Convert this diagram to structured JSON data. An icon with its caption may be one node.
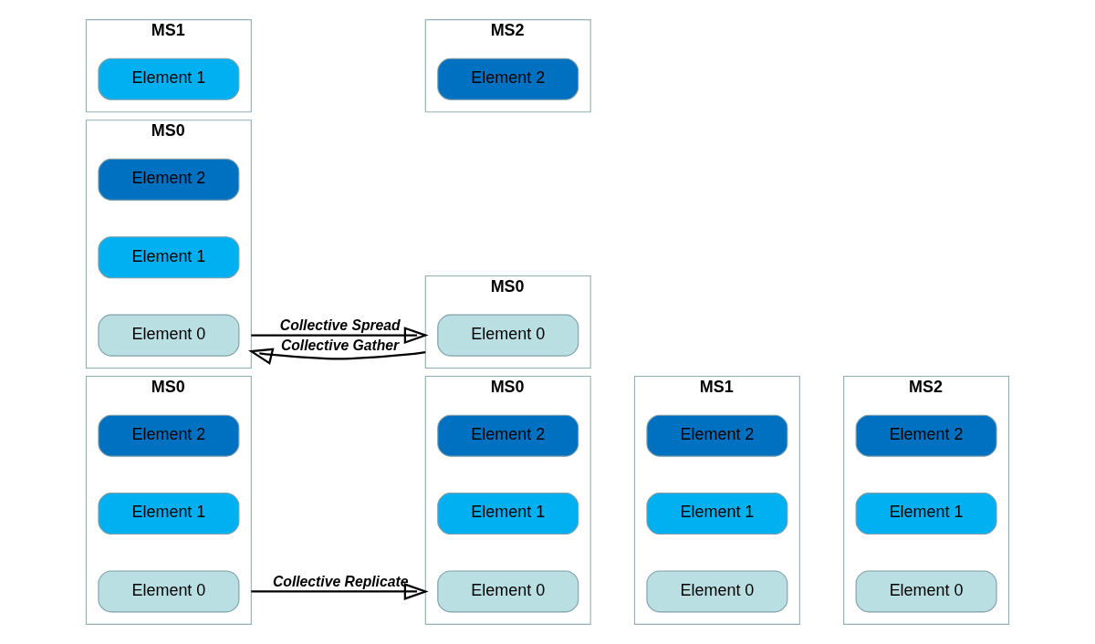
{
  "diagram": {
    "nodes": [
      {
        "text": [
          "MS0"
        ]
      },
      {
        "text": [
          "Element 0"
        ],
        "in": 0
      },
      {
        "text": [
          "Element 1"
        ],
        "in": 0
      },
      {
        "text": [
          "Element 2"
        ],
        "in": 0
      },
      {
        "text": [
          "MS0"
        ]
      },
      {
        "text": [
          "Element 0"
        ],
        "in": 4
      },
      {
        "text": [
          "Element 1"
        ],
        "in": 4
      },
      {
        "text": [
          "Element 2"
        ],
        "in": 4
      },
      {
        "text": [
          "MS1"
        ]
      },
      {
        "text": [
          "Element 0"
        ],
        "in": 8
      },
      {
        "text": [
          "Element 1"
        ],
        "in": 8
      },
      {
        "text": [
          "Element 2"
        ],
        "in": 8
      },
      {
        "text": [
          "MS2"
        ]
      },
      {
        "text": [
          "Element 0"
        ],
        "in": 12
      },
      {
        "text": [
          "Element 1"
        ],
        "in": 12
      },
      {
        "text": [
          "Element 2"
        ],
        "in": 12
      },
      {
        "text": [
          "MS0"
        ]
      },
      {
        "text": [
          "Element 0"
        ],
        "in": 16
      },
      {
        "text": [
          "Element 1"
        ],
        "in": 16
      },
      {
        "text": [
          "Element 2"
        ],
        "in": 16
      },
      {
        "text": [
          "MS0"
        ]
      },
      {
        "text": [
          "Element 0"
        ],
        "in": 20
      },
      {
        "text": [
          "MS1"
        ]
      },
      {
        "text": [
          "Element 1"
        ],
        "in": 22
      },
      {
        "text": [
          "MS2"
        ]
      },
      {
        "text": [
          "Element 2"
        ],
        "in": 24
      }
    ],
    "edges": [
      {
        "from": 0,
        "to": 4,
        "arrow": "to",
        "label": "Collective Replicate"
      },
      {
        "from": 16,
        "to": 20,
        "arrow": "to",
        "label": "Collective Spread"
      },
      {
        "from": 20,
        "to": 16,
        "arrow": "to",
        "label": "Collective Gather"
      }
    ]
  }
}
